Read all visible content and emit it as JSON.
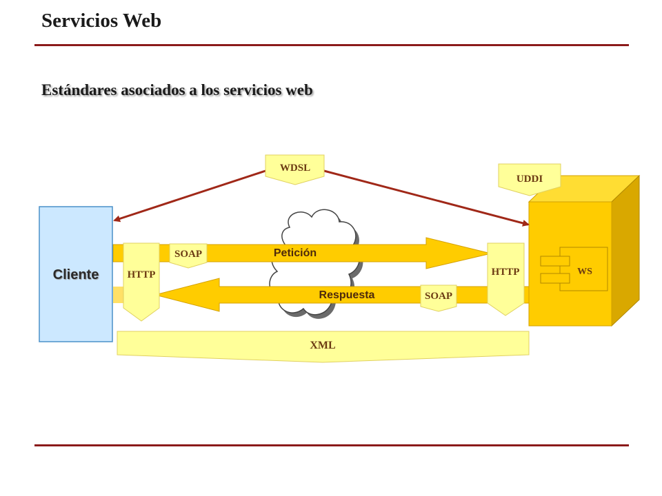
{
  "header": {
    "title": "Servicios Web",
    "subtitle": "Estándares asociados a los servicios web"
  },
  "diagram": {
    "client_label": "Cliente",
    "request_label": "Petición",
    "response_label": "Respuesta",
    "wdsl_label": "WDSL",
    "uddi_label": "UDDI",
    "soap_request_label": "SOAP",
    "soap_response_label": "SOAP",
    "http_client_label": "HTTP",
    "http_server_label": "HTTP",
    "ws_label": "WS",
    "xml_label": "XML"
  },
  "colors": {
    "accent_rule": "#8b1a1a",
    "client_box": "#cce8ff",
    "server_face": "#ffcc00",
    "arrow_fill": "#ffcc00",
    "tag_fill": "#ffff99",
    "link_arrow": "#a02818"
  }
}
